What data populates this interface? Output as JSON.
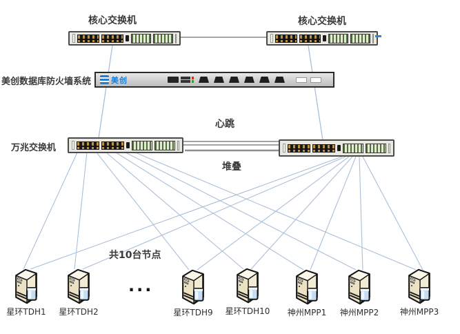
{
  "labels": {
    "core_switch_left": "核心交换机",
    "core_switch_right": "核心交换机",
    "firewall_system": "美创数据库防火墙系统",
    "ten_gig_switch": "万兆交换机",
    "heartbeat": "心跳",
    "stack": "堆叠",
    "node_count": "共10台节点",
    "ellipsis": "..."
  },
  "firewall": {
    "brand": "美创"
  },
  "servers": [
    {
      "label": "星环TDH1"
    },
    {
      "label": "星环TDH2"
    },
    {
      "label": "星环TDH9"
    },
    {
      "label": "星环TDH10"
    },
    {
      "label": "神州MPP1"
    },
    {
      "label": "神州MPP2"
    },
    {
      "label": "神州MPP3"
    }
  ],
  "colors": {
    "link_line": "#a9bfd8",
    "trunk_line": "#8a8a8a",
    "stack_line": "#6e6e6e",
    "brand_blue": "#1d7fd6",
    "module_green": "#4e6e3a",
    "port_gold": "#bd9243",
    "server_body": "#f3ecd4",
    "cup_blue": "#c6ddf1"
  }
}
